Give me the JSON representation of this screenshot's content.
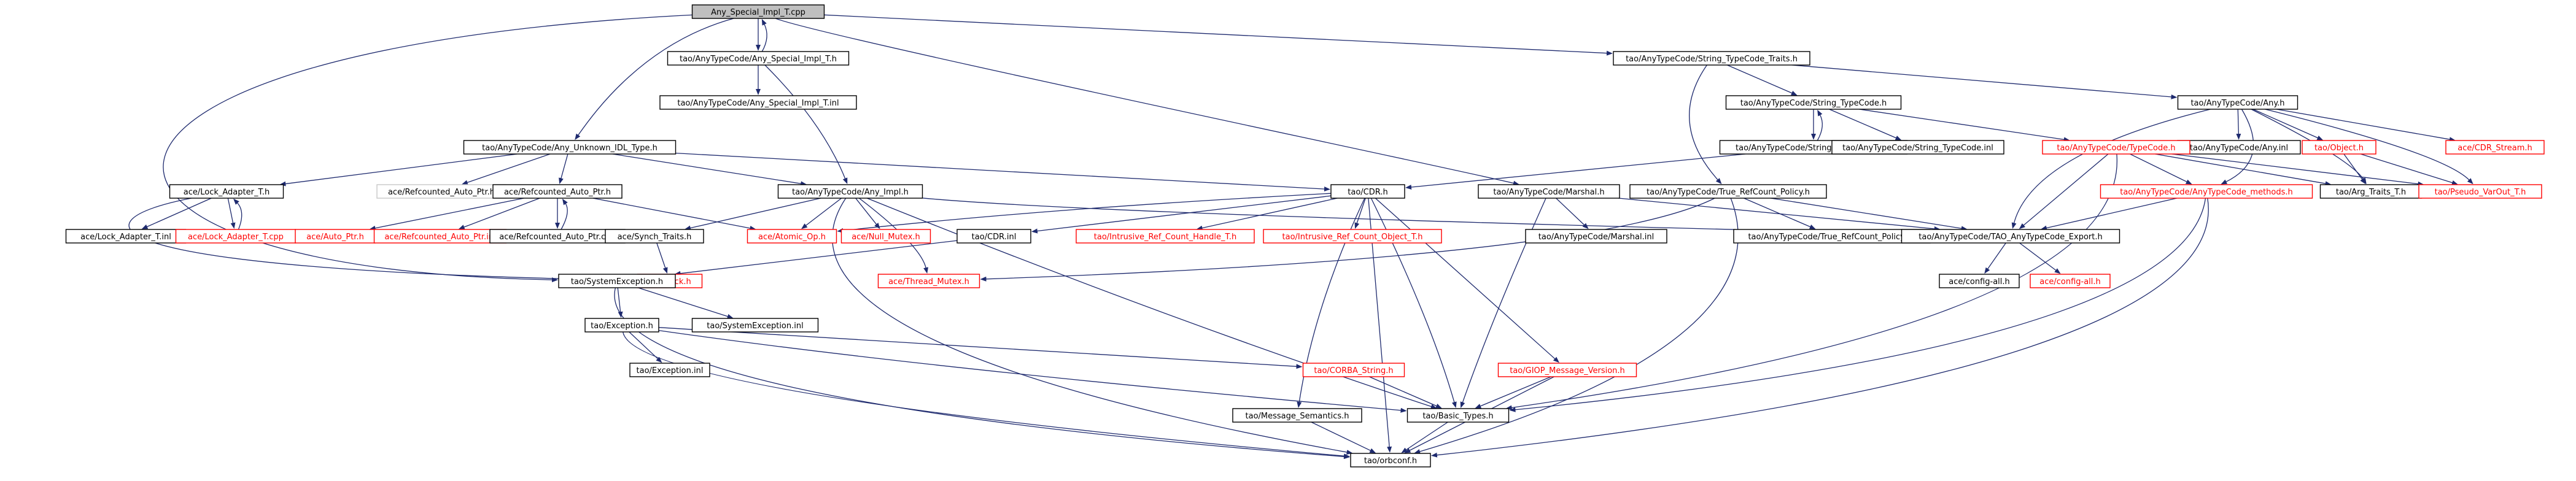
{
  "graph": {
    "nodes": [
      {
        "id": "any_special_impl_t_cpp",
        "label": "Any_Special_Impl_T.cpp",
        "style": "root"
      },
      {
        "id": "any_special_impl_t_h",
        "label": "tao/AnyTypeCode/Any_Special_Impl_T.h",
        "style": "black"
      },
      {
        "id": "any_special_impl_t_inl",
        "label": "tao/AnyTypeCode/Any_Special_Impl_T.inl",
        "style": "black"
      },
      {
        "id": "string_typecode_traits_h",
        "label": "tao/AnyTypeCode/String_TypeCode_Traits.h",
        "style": "black"
      },
      {
        "id": "string_typecode_h",
        "label": "tao/AnyTypeCode/String_TypeCode.h",
        "style": "black"
      },
      {
        "id": "string_typecode_cpp",
        "label": "tao/AnyTypeCode/String_TypeCode.cpp",
        "style": "black"
      },
      {
        "id": "string_typecode_inl",
        "label": "tao/AnyTypeCode/String_TypeCode.inl",
        "style": "black"
      },
      {
        "id": "any_h",
        "label": "tao/AnyTypeCode/Any.h",
        "style": "black"
      },
      {
        "id": "any_inl",
        "label": "tao/AnyTypeCode/Any.inl",
        "style": "black"
      },
      {
        "id": "object_h",
        "label": "tao/Object.h",
        "style": "red"
      },
      {
        "id": "cdr_stream_h",
        "label": "ace/CDR_Stream.h",
        "style": "red"
      },
      {
        "id": "typecode_h",
        "label": "tao/AnyTypeCode/TypeCode.h",
        "style": "red"
      },
      {
        "id": "any_unknown_idl_type_h",
        "label": "tao/AnyTypeCode/Any_Unknown_IDL_Type.h",
        "style": "black"
      },
      {
        "id": "lock_adapter_t_h",
        "label": "ace/Lock_Adapter_T.h",
        "style": "black"
      },
      {
        "id": "lock_adapter_t_inl",
        "label": "ace/Lock_Adapter_T.inl",
        "style": "black"
      },
      {
        "id": "lock_adapter_t_cpp",
        "label": "ace/Lock_Adapter_T.cpp",
        "style": "red"
      },
      {
        "id": "refcounted_auto_ptr_h_grey",
        "label": "ace/Refcounted_Auto_Ptr.h",
        "style": "grey"
      },
      {
        "id": "refcounted_auto_ptr_h",
        "label": "ace/Refcounted_Auto_Ptr.h",
        "style": "black"
      },
      {
        "id": "auto_ptr_h",
        "label": "ace/Auto_Ptr.h",
        "style": "red"
      },
      {
        "id": "refcounted_auto_ptr_inl",
        "label": "ace/Refcounted_Auto_Ptr.inl",
        "style": "red"
      },
      {
        "id": "refcounted_auto_ptr_cpp",
        "label": "ace/Refcounted_Auto_Ptr.cpp",
        "style": "black"
      },
      {
        "id": "any_impl_h",
        "label": "tao/AnyTypeCode/Any_Impl.h",
        "style": "black"
      },
      {
        "id": "synch_traits_h",
        "label": "ace/Synch_Traits.h",
        "style": "black"
      },
      {
        "id": "atomic_op_h",
        "label": "ace/Atomic_Op.h",
        "style": "red"
      },
      {
        "id": "null_mutex_h",
        "label": "ace/Null_Mutex.h",
        "style": "red"
      },
      {
        "id": "lock_h",
        "label": "ace/Lock.h",
        "style": "red"
      },
      {
        "id": "cdr_h",
        "label": "tao/CDR.h",
        "style": "black"
      },
      {
        "id": "cdr_inl",
        "label": "tao/CDR.inl",
        "style": "black"
      },
      {
        "id": "intrusive_ref_count_handle_t_h",
        "label": "tao/Intrusive_Ref_Count_Handle_T.h",
        "style": "red"
      },
      {
        "id": "intrusive_ref_count_object_t_h",
        "label": "tao/Intrusive_Ref_Count_Object_T.h",
        "style": "red"
      },
      {
        "id": "thread_mutex_h",
        "label": "ace/Thread_Mutex.h",
        "style": "red"
      },
      {
        "id": "marshal_h",
        "label": "tao/AnyTypeCode/Marshal.h",
        "style": "black"
      },
      {
        "id": "marshal_inl",
        "label": "tao/AnyTypeCode/Marshal.inl",
        "style": "black"
      },
      {
        "id": "true_refcount_policy_h",
        "label": "tao/AnyTypeCode/True_RefCount_Policy.h",
        "style": "black"
      },
      {
        "id": "true_refcount_policy_inl",
        "label": "tao/AnyTypeCode/True_RefCount_Policy.inl",
        "style": "black"
      },
      {
        "id": "tao_anytypecode_export_h",
        "label": "tao/AnyTypeCode/TAO_AnyTypeCode_Export.h",
        "style": "black"
      },
      {
        "id": "config_all_h_black",
        "label": "ace/config-all.h",
        "style": "black"
      },
      {
        "id": "config_all_h_red",
        "label": "ace/config-all.h",
        "style": "red"
      },
      {
        "id": "anytypecode_methods_h",
        "label": "tao/AnyTypeCode/AnyTypeCode_methods.h",
        "style": "red"
      },
      {
        "id": "arg_traits_t_h",
        "label": "tao/Arg_Traits_T.h",
        "style": "black"
      },
      {
        "id": "pseudo_varout_t_h",
        "label": "tao/Pseudo_VarOut_T.h",
        "style": "red"
      },
      {
        "id": "system_exception_h",
        "label": "tao/SystemException.h",
        "style": "black"
      },
      {
        "id": "system_exception_inl",
        "label": "tao/SystemException.inl",
        "style": "black"
      },
      {
        "id": "exception_h",
        "label": "tao/Exception.h",
        "style": "black"
      },
      {
        "id": "exception_inl",
        "label": "tao/Exception.inl",
        "style": "black"
      },
      {
        "id": "corba_string_h",
        "label": "tao/CORBA_String.h",
        "style": "red"
      },
      {
        "id": "giop_message_version_h",
        "label": "tao/GIOP_Message_Version.h",
        "style": "red"
      },
      {
        "id": "basic_types_h",
        "label": "tao/Basic_Types.h",
        "style": "black"
      },
      {
        "id": "message_semantics_h",
        "label": "tao/Message_Semantics.h",
        "style": "black"
      },
      {
        "id": "orbconf_h",
        "label": "tao/orbconf.h",
        "style": "black"
      }
    ]
  }
}
